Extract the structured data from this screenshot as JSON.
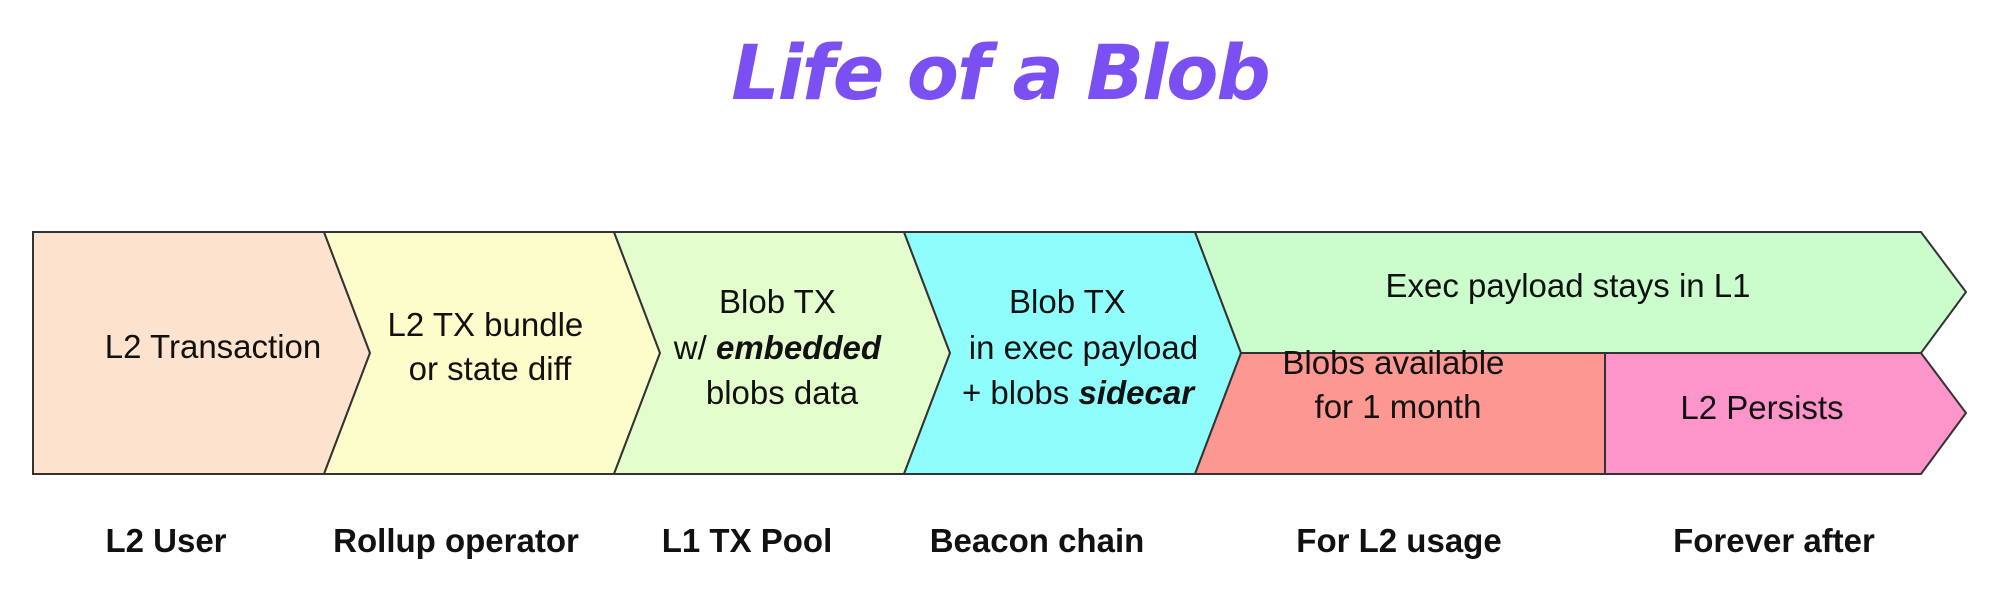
{
  "title": "Life of a Blob",
  "colors": {
    "title": "#7b50f2",
    "l2_transaction": "#fde3cd",
    "l2_tx_bundle": "#fdfccb",
    "blob_tx_embedded": "#e4fdcd",
    "blob_tx_sidecar": "#90fdfd",
    "exec_payload": "#cafdcb",
    "blobs_available": "#fd9792",
    "l2_persists": "#fd95cb",
    "outline": "#333333"
  },
  "stages": [
    {
      "lines": [
        "L2 Transaction"
      ],
      "caption": "L2 User"
    },
    {
      "lines": [
        "L2 TX bundle",
        "or state diff"
      ],
      "caption": "Rollup operator"
    },
    {
      "lines": [
        "Blob TX",
        {
          "pre": "w/ ",
          "em": "embedded"
        },
        "blobs data"
      ],
      "caption": "L1 TX Pool"
    },
    {
      "lines": [
        "Blob TX",
        "in exec payload",
        {
          "pre": "+ blobs ",
          "em": "sidecar"
        }
      ],
      "caption": "Beacon chain"
    }
  ],
  "exec_payload": {
    "label": "Exec payload stays in L1"
  },
  "blobs_available": {
    "lines": [
      "Blobs available",
      "for 1 month"
    ],
    "caption": "For L2 usage"
  },
  "l2_persists": {
    "label": "L2 Persists",
    "caption": "Forever after"
  }
}
